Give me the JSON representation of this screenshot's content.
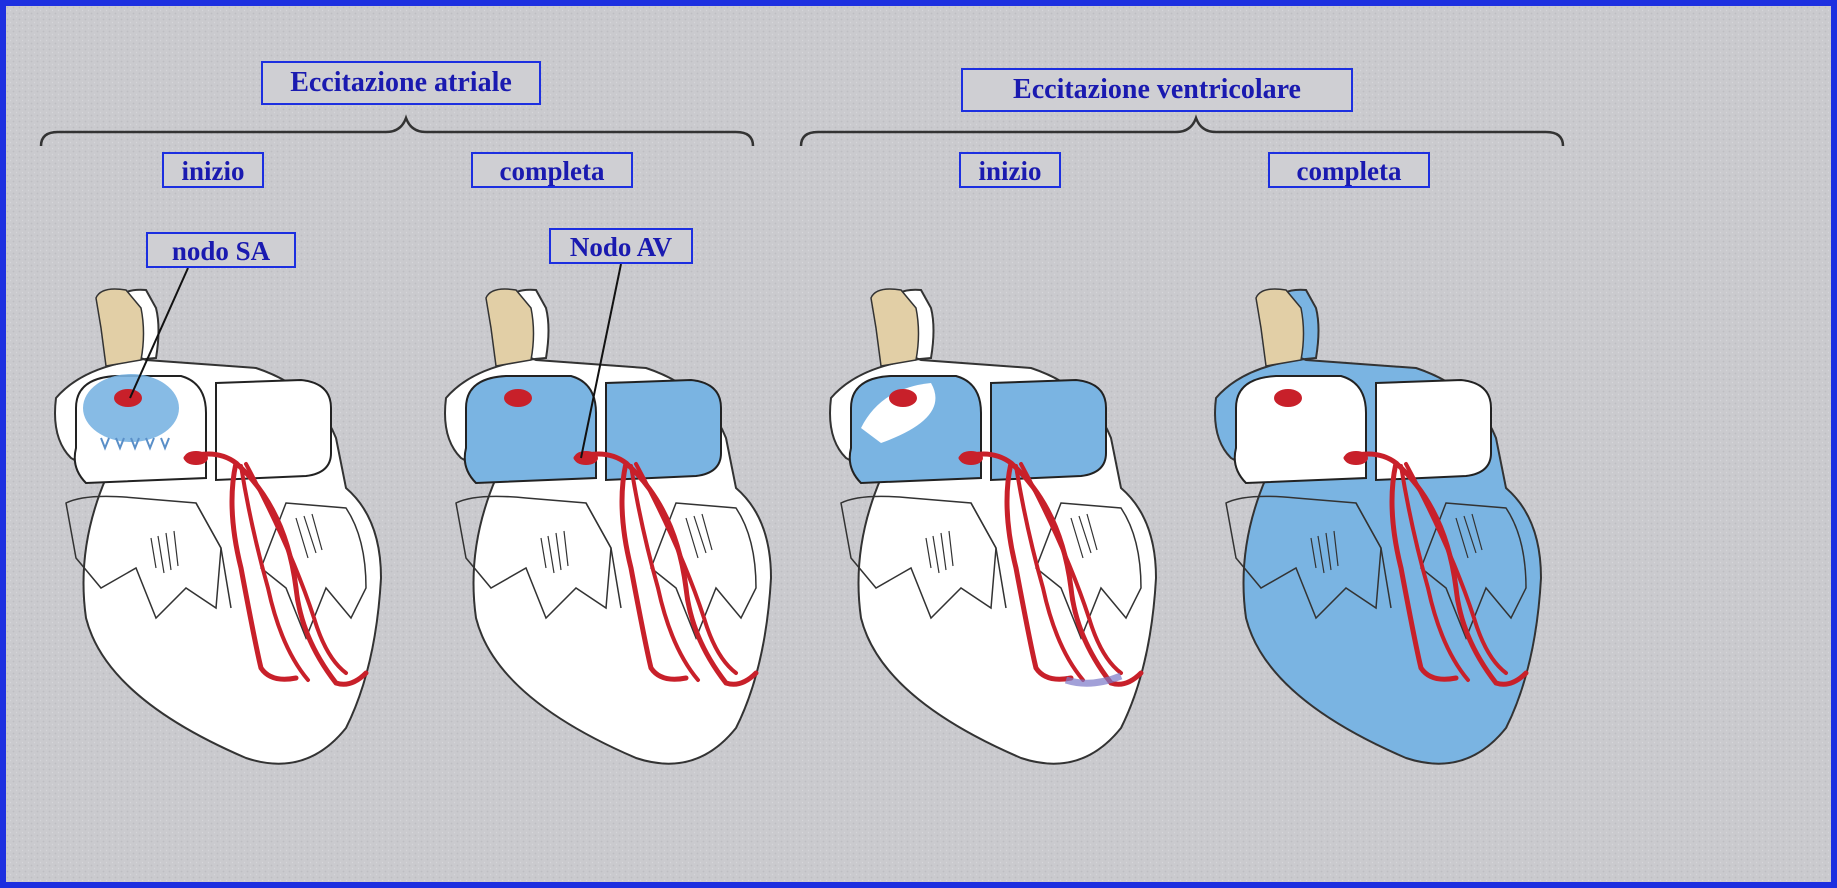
{
  "groups": {
    "atrial": "Eccitazione atriale",
    "ventricular": "Eccitazione ventricolare"
  },
  "stages": {
    "atrial_start": "inizio",
    "atrial_complete": "completa",
    "ventricular_start": "inizio",
    "ventricular_complete": "completa"
  },
  "annotations": {
    "sa_node": "nodo SA",
    "av_node": "Nodo AV"
  },
  "colors": {
    "frame": "#1c2fe0",
    "background": "#c9c9cd",
    "label_text": "#1a1ab0",
    "excitation_blue": "#7ab4e2",
    "conduction_red": "#c8202a",
    "fat_tan": "#e2cfa6"
  }
}
